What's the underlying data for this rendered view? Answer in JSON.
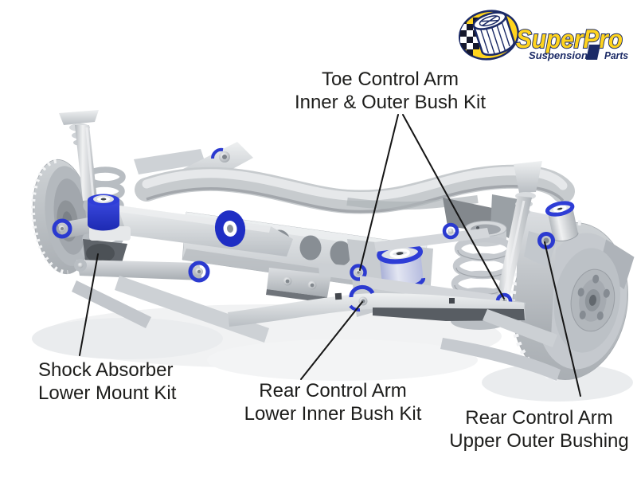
{
  "logo": {
    "brand": "SuperPro",
    "tagline": {
      "left": "Suspension",
      "right": "Parts"
    },
    "colors": {
      "yellow": "#ffd41e",
      "navy": "#1b2a66",
      "white": "#ffffff"
    }
  },
  "diagram": {
    "bushing_highlight_color": "#2b3ad0",
    "metal_color": "#c7cbce",
    "label_text_color": "#1d1d1b",
    "leader_line_color": "#151515",
    "callouts": [
      {
        "id": "toe-control-arm",
        "lines": [
          "Toe Control Arm",
          "Inner & Outer Bush Kit"
        ]
      },
      {
        "id": "shock-absorber",
        "lines": [
          "Shock Absorber",
          "Lower Mount Kit"
        ]
      },
      {
        "id": "rear-control-arm-lower",
        "lines": [
          "Rear Control Arm",
          "Lower Inner Bush Kit"
        ]
      },
      {
        "id": "rear-control-arm-upper",
        "lines": [
          "Rear Control Arm",
          "Upper Outer Bushing"
        ]
      }
    ]
  }
}
